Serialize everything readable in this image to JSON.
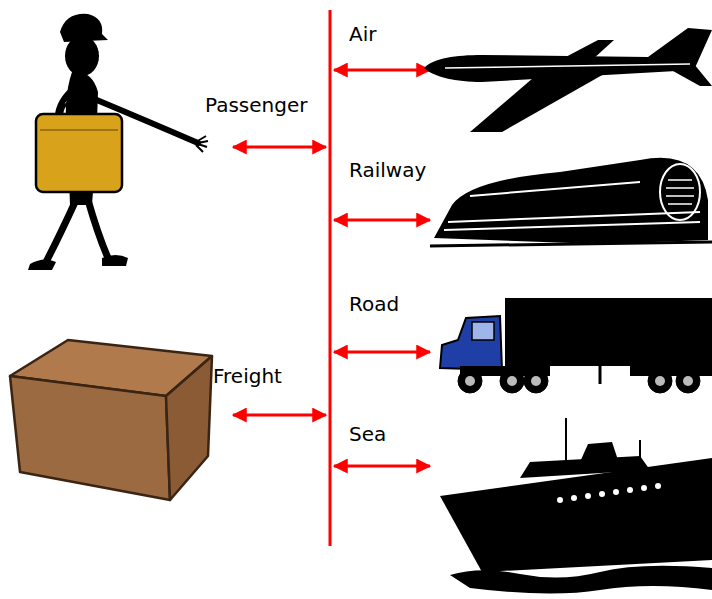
{
  "diagram": {
    "labels": [
      "Air",
      "Passenger",
      "Railway",
      "Road",
      "Freight",
      "Sea"
    ]
  }
}
